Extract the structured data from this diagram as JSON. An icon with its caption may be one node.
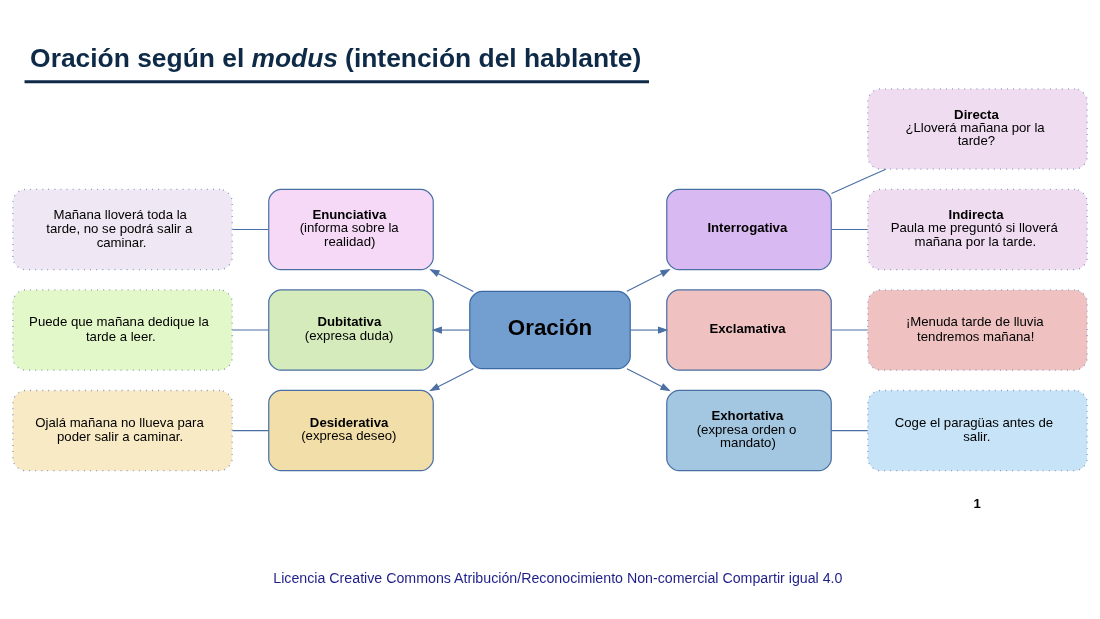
{
  "diagram": {
    "title": "Oración según el *modus* (intención del hablante)",
    "nodes": [
      {
        "text": [
          "Oración"
        ]
      },
      {
        "text": [
          "Enunciativa",
          "(informa sobre la realidad)"
        ]
      },
      {
        "text": [
          "Mañana lloverá toda la tarde, no se podrá salir a caminar."
        ]
      },
      {
        "text": [
          "Dubitativa",
          "(expresa duda)"
        ]
      },
      {
        "text": [
          "Puede que mañana dedique la tarde a leer."
        ]
      },
      {
        "text": [
          "Desiderativa",
          "(expresa deseo)"
        ]
      },
      {
        "text": [
          "Ojalá mañana no llueva para poder salir a caminar."
        ]
      },
      {
        "text": [
          "Interrogativa"
        ]
      },
      {
        "text": [
          "Directa",
          "¿Lloverá mañana por la tarde?"
        ]
      },
      {
        "text": [
          "Indirecta",
          "Paula me preguntó si lloverá mañana por la tarde."
        ]
      },
      {
        "text": [
          "Exclamativa"
        ]
      },
      {
        "text": [
          "¡Menuda tarde de lluvia tendremos mañana!"
        ]
      },
      {
        "text": [
          "Exhortativa",
          "(expresa orden o mandato)"
        ]
      },
      {
        "text": [
          "Coge el paragüas antes de salir."
        ]
      }
    ],
    "edges": [
      {
        "from": 0,
        "to": 1,
        "arrow": "to"
      },
      {
        "from": 1,
        "to": 2,
        "arrow": "none"
      },
      {
        "from": 0,
        "to": 3,
        "arrow": "to"
      },
      {
        "from": 3,
        "to": 4,
        "arrow": "none"
      },
      {
        "from": 0,
        "to": 5,
        "arrow": "to"
      },
      {
        "from": 5,
        "to": 6,
        "arrow": "none"
      },
      {
        "from": 0,
        "to": 7,
        "arrow": "to"
      },
      {
        "from": 7,
        "to": 8,
        "arrow": "none"
      },
      {
        "from": 7,
        "to": 9,
        "arrow": "none"
      },
      {
        "from": 0,
        "to": 10,
        "arrow": "to"
      },
      {
        "from": 10,
        "to": 11,
        "arrow": "none"
      },
      {
        "from": 0,
        "to": 12,
        "arrow": "to"
      },
      {
        "from": 12,
        "to": 13,
        "arrow": "none"
      }
    ],
    "labels": [
      "Licencia Creative Commons Atribución/Reconocimiento Non-comercial Compartir igual 4.0",
      "1"
    ]
  }
}
